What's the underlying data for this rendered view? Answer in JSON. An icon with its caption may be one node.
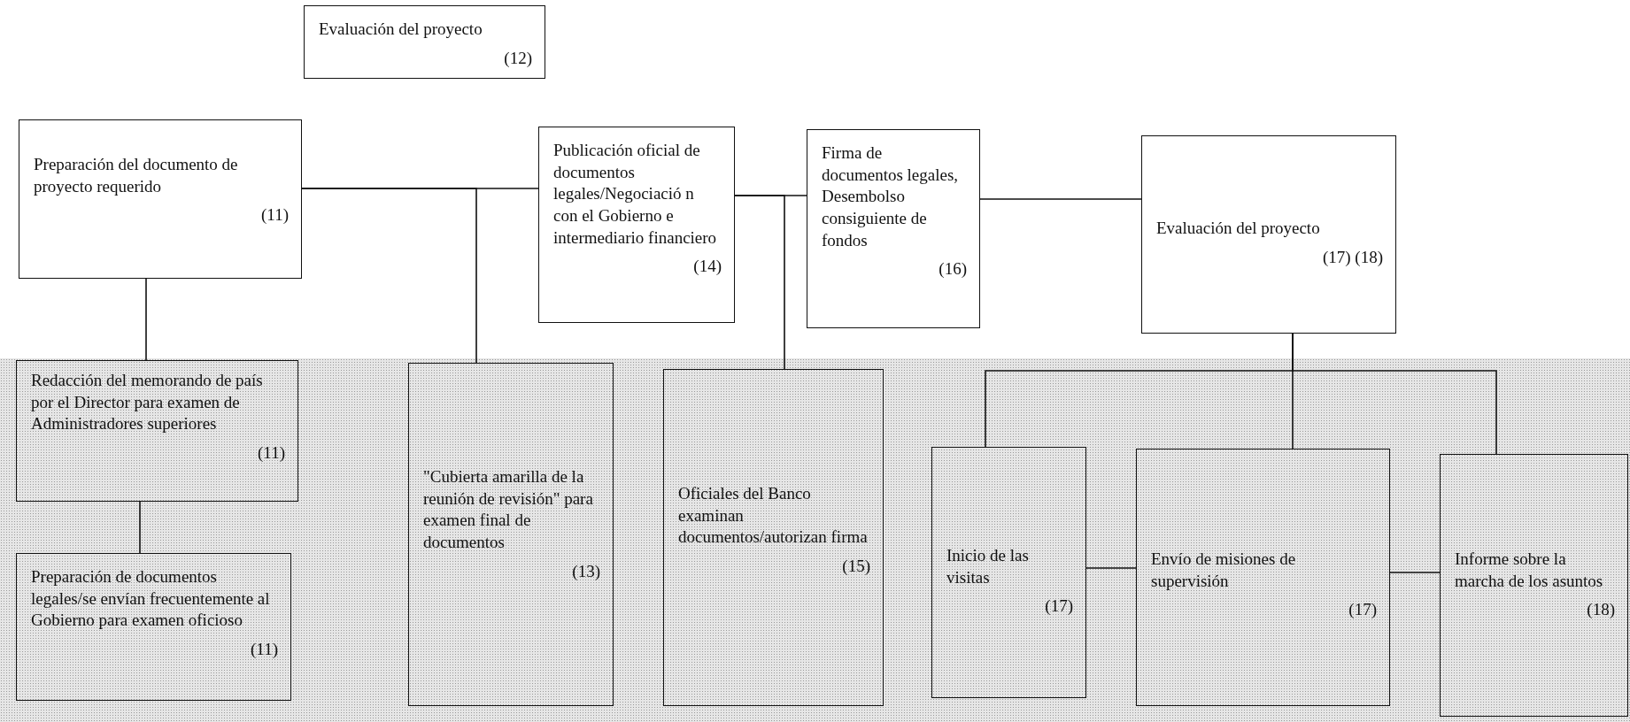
{
  "diagram": {
    "nodes": [
      {
        "text": [
          "Evaluación del proyecto",
          "(12)"
        ]
      },
      {
        "text": [
          "Preparación del documento de proyecto requerido",
          "(11)"
        ]
      },
      {
        "text": [
          "Publicación oficial de documentos legales/Negociació n con el Gobierno e intermediario financiero",
          "(14)"
        ]
      },
      {
        "text": [
          "Firma de documentos legales, Desembolso consiguiente de fondos",
          "(16)"
        ]
      },
      {
        "text": [
          "Evaluación del proyecto",
          "(17) (18)"
        ]
      },
      {
        "text": [
          "Redacción del memorando de país por el Director para examen de Administradores superiores",
          "(11)"
        ]
      },
      {
        "text": [
          "Preparación de documentos legales/se envían frecuentemente al Gobierno para examen oficioso",
          "(11)"
        ]
      },
      {
        "text": [
          "\"Cubierta amarilla de la reunión de revisión\" para examen final de documentos",
          "(13)"
        ]
      },
      {
        "text": [
          "Oficiales del Banco examinan documentos/autorizan firma",
          "(15)"
        ]
      },
      {
        "text": [
          "Inicio de las visitas",
          "(17)"
        ]
      },
      {
        "text": [
          "Envío de misiones de supervisión",
          "(17)"
        ]
      },
      {
        "text": [
          "Informe sobre la marcha de los asuntos",
          "(18)"
        ]
      }
    ],
    "edges": [
      {
        "from": 1,
        "to": 2,
        "arrow": "none"
      },
      {
        "from": 1,
        "to": 7,
        "arrow": "none"
      },
      {
        "from": 2,
        "to": 3,
        "arrow": "none"
      },
      {
        "from": 2,
        "to": 8,
        "arrow": "none"
      },
      {
        "from": 3,
        "to": 4,
        "arrow": "none"
      },
      {
        "from": 1,
        "to": 5,
        "arrow": "none"
      },
      {
        "from": 5,
        "to": 6,
        "arrow": "none"
      },
      {
        "from": 4,
        "to": 9,
        "arrow": "none"
      },
      {
        "from": 4,
        "to": 10,
        "arrow": "none"
      },
      {
        "from": 4,
        "to": 11,
        "arrow": "none"
      },
      {
        "from": 9,
        "to": 10,
        "arrow": "none"
      },
      {
        "from": 10,
        "to": 11,
        "arrow": "none"
      }
    ]
  }
}
